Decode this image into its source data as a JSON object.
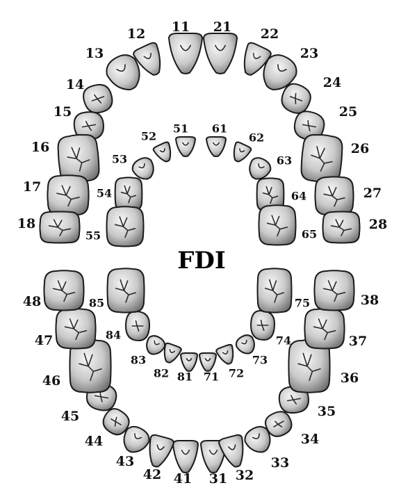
{
  "title": "FDI",
  "colors": {
    "tooth_light": "#f4f4f4",
    "tooth_dark": "#7d7d7d",
    "outline": "#1a1a1a",
    "label": "#111111"
  },
  "permanent_upper": [
    "11",
    "12",
    "13",
    "14",
    "15",
    "16",
    "17",
    "18",
    "21",
    "22",
    "23",
    "24",
    "25",
    "26",
    "27",
    "28"
  ],
  "primary_upper": [
    "51",
    "52",
    "53",
    "54",
    "55",
    "61",
    "62",
    "63",
    "64",
    "65"
  ],
  "primary_lower": [
    "71",
    "72",
    "73",
    "74",
    "75",
    "81",
    "82",
    "83",
    "84",
    "85"
  ],
  "permanent_lower": [
    "31",
    "32",
    "33",
    "34",
    "35",
    "36",
    "37",
    "38",
    "41",
    "42",
    "43",
    "44",
    "45",
    "46",
    "47",
    "48"
  ]
}
